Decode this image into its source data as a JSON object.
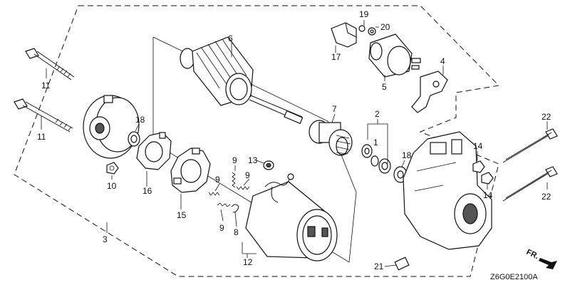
{
  "callouts": {
    "n1": "1",
    "n2": "2",
    "n3": "3",
    "n4": "4",
    "n5": "5",
    "n6": "6",
    "n7": "7",
    "n8": "8",
    "n9a": "9",
    "n9b": "9",
    "n9c": "9",
    "n9d": "9",
    "n10": "10",
    "n11a": "11",
    "n11b": "11",
    "n12": "12",
    "n13": "13",
    "n14a": "14",
    "n14b": "14",
    "n15": "15",
    "n16": "16",
    "n17": "17",
    "n18a": "18",
    "n18b": "18",
    "n19": "19",
    "n20": "20",
    "n21": "21",
    "n22a": "22",
    "n22b": "22"
  },
  "direction_label": "FR.",
  "diagram_code": "Z6G0E2100A"
}
